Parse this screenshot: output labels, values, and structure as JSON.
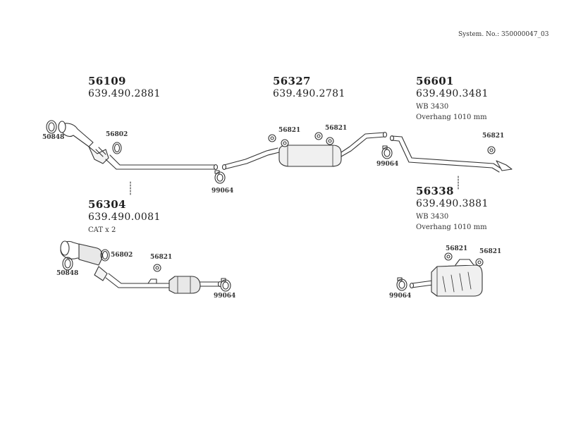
{
  "system_no": "System. No.: 350000047_03",
  "groups": [
    {
      "part": "56109",
      "oe": "639.490.2881",
      "notes": []
    },
    {
      "part": "56327",
      "oe": "639.490.2781",
      "notes": []
    },
    {
      "part": "56601",
      "oe": "639.490.3481",
      "notes": [
        "WB 3430",
        "Overhang 1010 mm"
      ]
    },
    {
      "part": "56304",
      "oe": "639.490.0081",
      "notes": [
        "CAT x 2"
      ]
    },
    {
      "part": "56338",
      "oe": "639.490.3881",
      "notes": [
        "WB 3430",
        "Overhang 1010 mm"
      ]
    }
  ],
  "labels": {
    "gasket": "50848",
    "ring": "56802",
    "rubber": "56821",
    "clamp": "99064"
  }
}
